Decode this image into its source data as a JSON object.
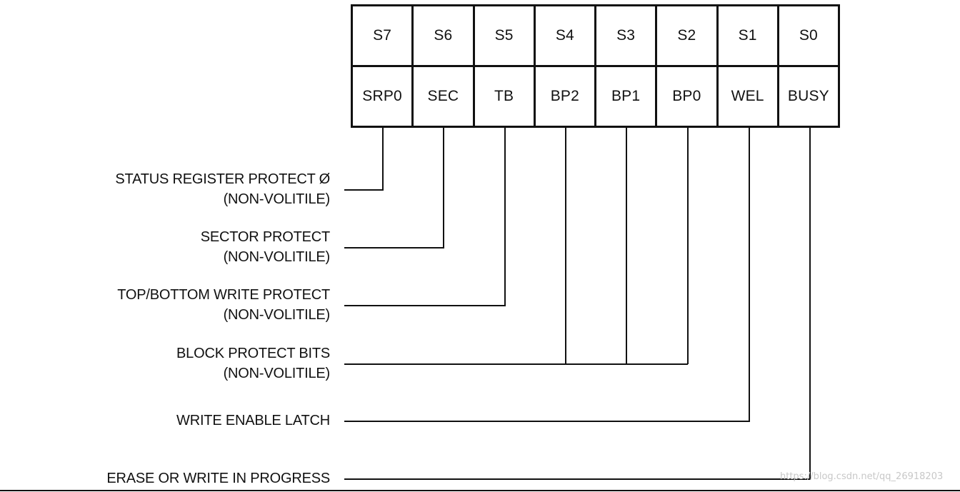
{
  "register": {
    "bit_names": [
      "S7",
      "S6",
      "S5",
      "S4",
      "S3",
      "S2",
      "S1",
      "S0"
    ],
    "field_names": [
      "SRP0",
      "SEC",
      "TB",
      "BP2",
      "BP1",
      "BP0",
      "WEL",
      "BUSY"
    ]
  },
  "descriptions": [
    {
      "line1": "STATUS REGISTER PROTECT Ø",
      "line2": "(NON-VOLITILE)"
    },
    {
      "line1": "SECTOR PROTECT",
      "line2": "(NON-VOLITILE)"
    },
    {
      "line1": "TOP/BOTTOM WRITE PROTECT",
      "line2": "(NON-VOLITILE)"
    },
    {
      "line1": "BLOCK PROTECT BITS",
      "line2": "(NON-VOLITILE)"
    },
    {
      "line1": "WRITE ENABLE LATCH",
      "line2": ""
    },
    {
      "line1": "ERASE OR WRITE IN PROGRESS",
      "line2": ""
    }
  ],
  "watermark": "https://blog.csdn.net/qq_26918203",
  "colors": {
    "line": "#111111",
    "text": "#111111",
    "watermark": "#c8c8c8"
  }
}
